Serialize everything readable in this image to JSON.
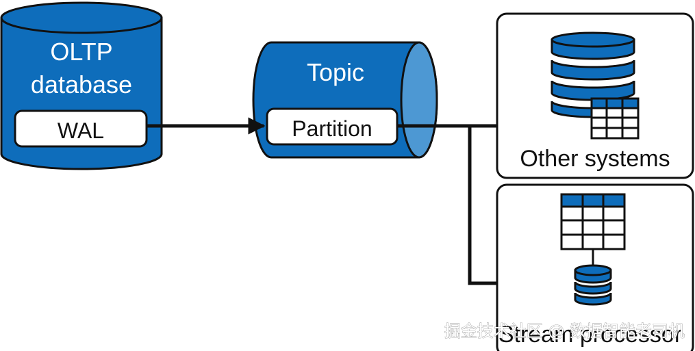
{
  "colors": {
    "blue": "#0e6dbb",
    "blue_light": "#4d98d3",
    "outline": "#111111",
    "white": "#ffffff"
  },
  "oltp": {
    "title_line1": "OLTP",
    "title_line2": "database",
    "wal_label": "WAL"
  },
  "topic": {
    "title": "Topic",
    "partition_label": "Partition"
  },
  "other_systems": {
    "label": "Other systems",
    "icons": [
      "database-icon",
      "table-icon"
    ]
  },
  "stream_processor": {
    "label": "Stream processor",
    "icons": [
      "table-icon",
      "database-icon"
    ]
  },
  "watermark": {
    "text": "掘金技术社区 @ 数据智能老司机"
  }
}
